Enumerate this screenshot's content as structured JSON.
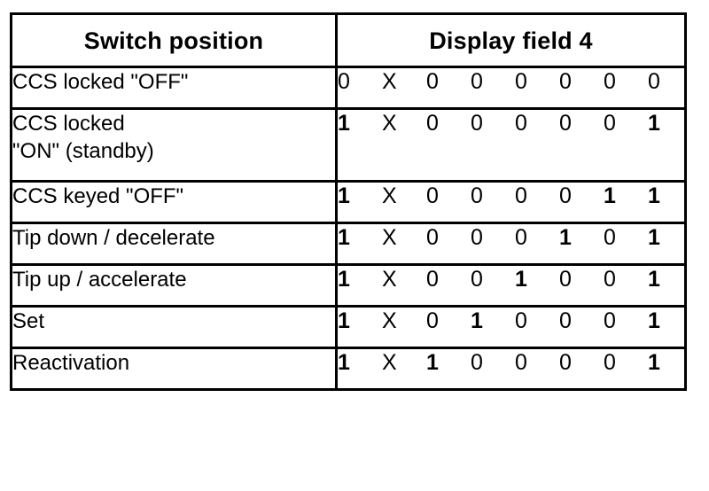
{
  "table": {
    "columns": [
      {
        "key": "switch_position",
        "header": "Switch position"
      },
      {
        "key": "display_field_4",
        "header": "Display field 4"
      }
    ],
    "bit_count": 8,
    "bold_value": "1",
    "colors": {
      "background": "#ffffff",
      "text": "#000000",
      "border": "#000000"
    },
    "rows": [
      {
        "switch_position": "CCS locked \"OFF\"",
        "display_field_4": [
          "0",
          "X",
          "0",
          "0",
          "0",
          "0",
          "0",
          "0"
        ],
        "tall": false
      },
      {
        "switch_position": "CCS locked\n\"ON\" (standby)",
        "display_field_4": [
          "1",
          "X",
          "0",
          "0",
          "0",
          "0",
          "0",
          "1"
        ],
        "tall": true
      },
      {
        "switch_position": "CCS keyed \"OFF\"",
        "display_field_4": [
          "1",
          "X",
          "0",
          "0",
          "0",
          "0",
          "1",
          "1"
        ],
        "tall": false
      },
      {
        "switch_position": "Tip down / decelerate",
        "display_field_4": [
          "1",
          "X",
          "0",
          "0",
          "0",
          "1",
          "0",
          "1"
        ],
        "tall": false
      },
      {
        "switch_position": "Tip up / accelerate",
        "display_field_4": [
          "1",
          "X",
          "0",
          "0",
          "1",
          "0",
          "0",
          "1"
        ],
        "tall": false
      },
      {
        "switch_position": "Set",
        "display_field_4": [
          "1",
          "X",
          "0",
          "1",
          "0",
          "0",
          "0",
          "1"
        ],
        "tall": false
      },
      {
        "switch_position": "Reactivation",
        "display_field_4": [
          "1",
          "X",
          "1",
          "0",
          "0",
          "0",
          "0",
          "1"
        ],
        "tall": false
      }
    ]
  }
}
